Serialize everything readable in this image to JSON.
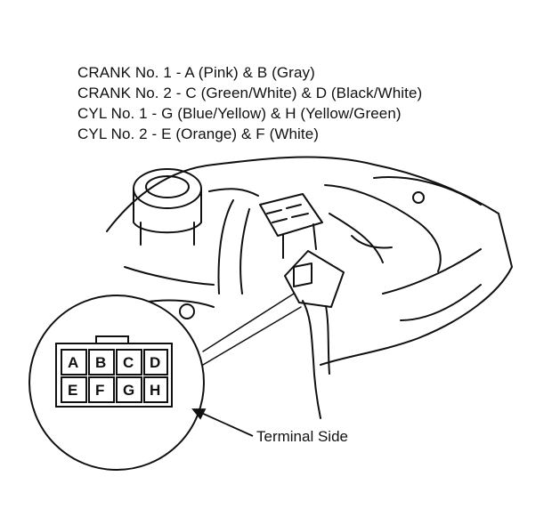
{
  "legend": [
    "CRANK No. 1  -  A (Pink) & B (Gray)",
    "CRANK No. 2  -  C (Green/White) & D (Black/White)",
    "CYL No. 1  -  G (Blue/Yellow) & H (Yellow/Green)",
    "CYL No. 2  -  E (Orange) & F (White)"
  ],
  "connector": {
    "top_row": [
      "A",
      "B",
      "C",
      "D"
    ],
    "bottom_row": [
      "E",
      "F",
      "G",
      "H"
    ]
  },
  "callout": "Terminal Side"
}
